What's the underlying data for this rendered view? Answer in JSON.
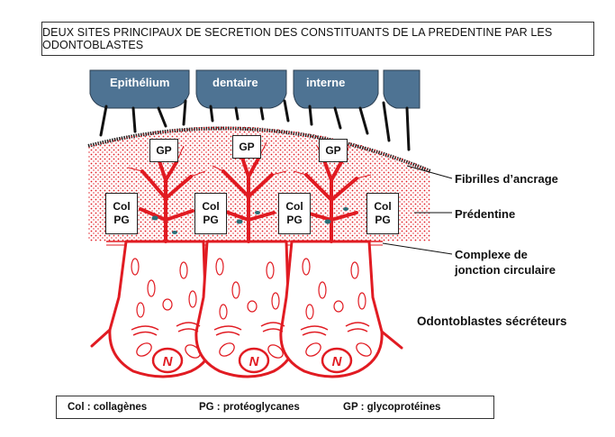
{
  "title": "DEUX SITES PRINCIPAUX DE SECRETION DES CONSTITUANTS DE LA PREDENTINE PAR LES ODONTOBLASTES",
  "epithelium_words": [
    "Epithélium",
    "dentaire",
    "interne"
  ],
  "labels": {
    "fibrilles": "Fibrilles d’ancrage",
    "predentine": "Prédentine",
    "complexe_line1": "Complexe de",
    "complexe_line2": "jonction circulaire",
    "odontoblastes": "Odontoblastes sécréteurs"
  },
  "tags": {
    "gp": "GP",
    "col": "Col",
    "pg": "PG"
  },
  "cell_nucleus": "N",
  "legend": {
    "col": "Col : collagènes",
    "pg": "PG : protéoglycanes",
    "gp": "GP : glycoprotéines"
  },
  "colors": {
    "epithelium": "#4e7393",
    "odontoblast": "#e11b22",
    "vesicle": "#2b6f78"
  }
}
